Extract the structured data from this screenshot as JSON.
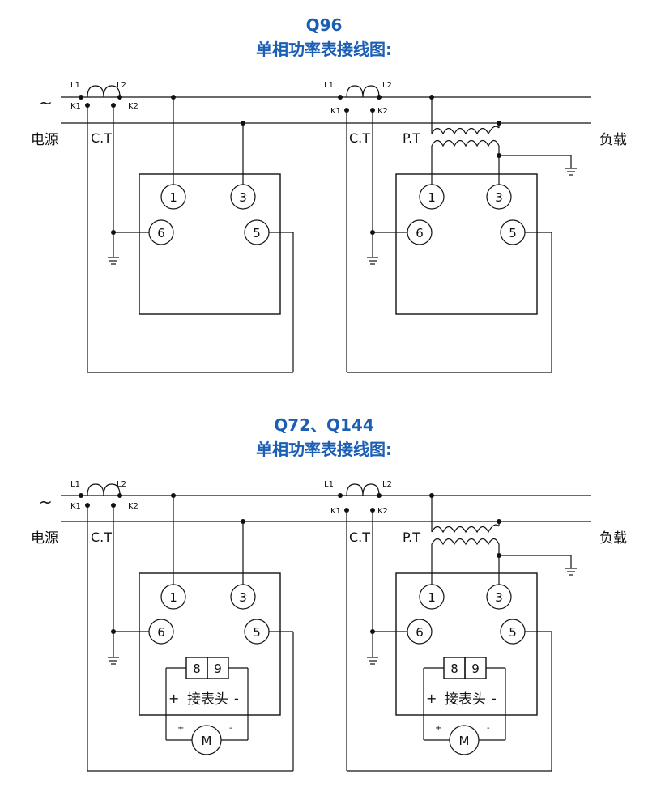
{
  "top": {
    "model": "Q96",
    "title": "单相功率表接线图:"
  },
  "bottom": {
    "model": "Q72、Q144",
    "title": "单相功率表接线图:"
  },
  "labels": {
    "tilde": "~",
    "source": "电源",
    "load": "负载",
    "ct": "C.T",
    "pt": "P.T",
    "l1": "L1",
    "l2": "L2",
    "k1": "K1",
    "k2": "K2",
    "t1": "1",
    "t3": "3",
    "t5": "5",
    "t6": "6",
    "t8": "8",
    "t9": "9",
    "meter_head": "接表头",
    "plus": "+",
    "minus": "-",
    "motor": "M"
  }
}
